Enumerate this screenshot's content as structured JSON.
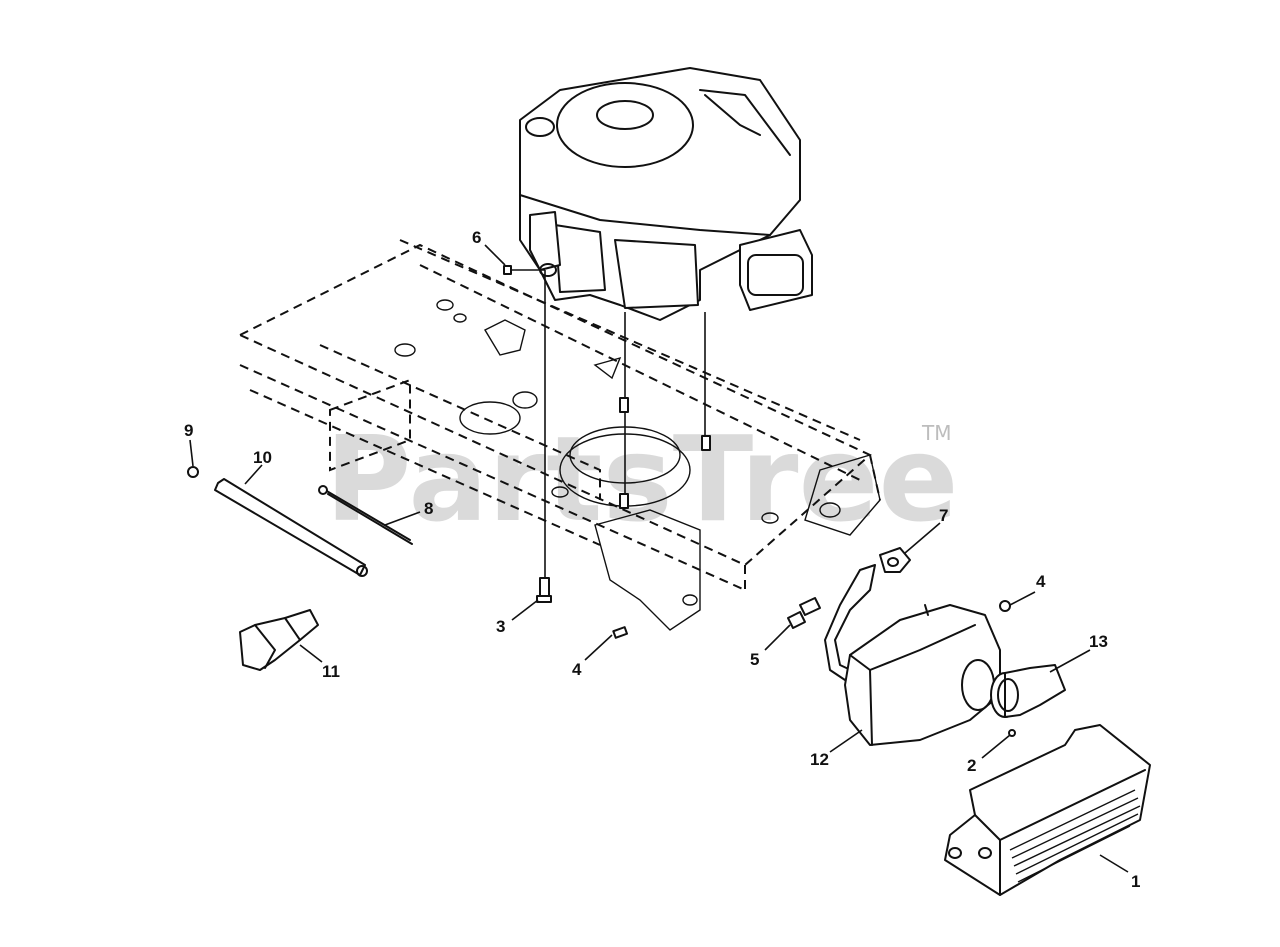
{
  "watermark": {
    "text": "PartsTree",
    "trademark": "TM"
  },
  "callouts": [
    {
      "id": "1",
      "label": "1"
    },
    {
      "id": "2",
      "label": "2"
    },
    {
      "id": "3",
      "label": "3"
    },
    {
      "id": "4a",
      "label": "4"
    },
    {
      "id": "4b",
      "label": "4"
    },
    {
      "id": "5",
      "label": "5"
    },
    {
      "id": "6",
      "label": "6"
    },
    {
      "id": "7",
      "label": "7"
    },
    {
      "id": "8",
      "label": "8"
    },
    {
      "id": "9",
      "label": "9"
    },
    {
      "id": "10",
      "label": "10"
    },
    {
      "id": "11",
      "label": "11"
    },
    {
      "id": "12",
      "label": "12"
    },
    {
      "id": "13",
      "label": "13"
    }
  ]
}
